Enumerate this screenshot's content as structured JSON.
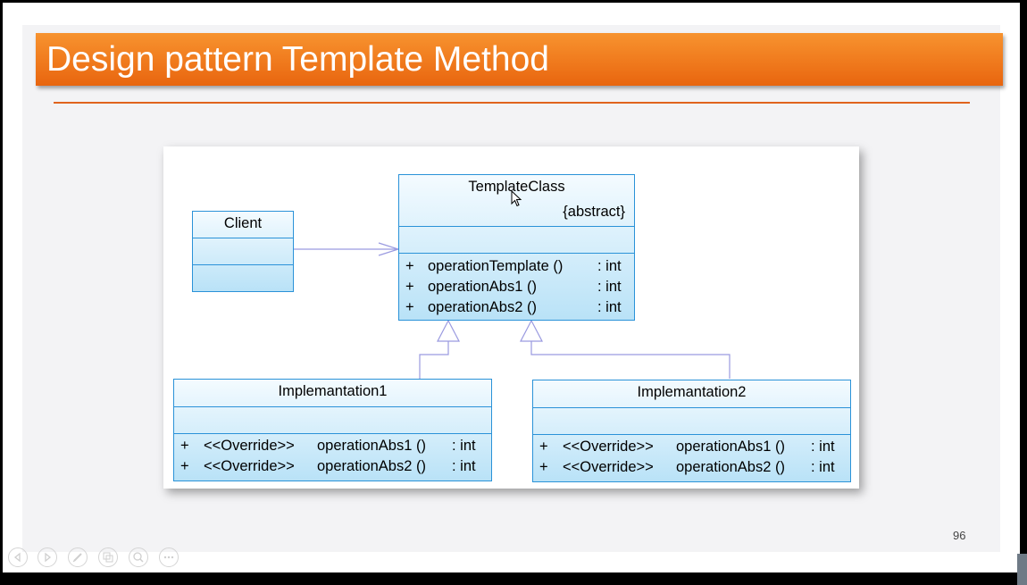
{
  "slide": {
    "title": "Design pattern Template Method",
    "page_number": "96"
  },
  "diagram": {
    "client": {
      "name": "Client"
    },
    "template_class": {
      "name": "TemplateClass",
      "stereotype": "{abstract}",
      "operations": [
        {
          "visibility": "+",
          "name": "operationTemplate ()",
          "type": ": int"
        },
        {
          "visibility": "+",
          "name": "operationAbs1 ()",
          "type": ": int"
        },
        {
          "visibility": "+",
          "name": "operationAbs2 ()",
          "type": ": int"
        }
      ]
    },
    "impl1": {
      "name": "Implemantation1",
      "operations": [
        {
          "visibility": "+",
          "stereotype": "<<Override>>",
          "name": "operationAbs1 ()",
          "type": ": int"
        },
        {
          "visibility": "+",
          "stereotype": "<<Override>>",
          "name": "operationAbs2 ()",
          "type": ": int"
        }
      ]
    },
    "impl2": {
      "name": "Implemantation2",
      "operations": [
        {
          "visibility": "+",
          "stereotype": "<<Override>>",
          "name": "operationAbs1 ()",
          "type": ": int"
        },
        {
          "visibility": "+",
          "stereotype": "<<Override>>",
          "name": "operationAbs2 ()",
          "type": ": int"
        }
      ]
    }
  },
  "player_controls": [
    "previous-icon",
    "next-icon",
    "pen-icon",
    "slides-icon",
    "zoom-icon",
    "more-icon"
  ],
  "colors": {
    "title_bar": "#f07a1d",
    "rule": "#e0631d",
    "uml_border": "#2a92d8",
    "uml_fill": "#b9e2f7",
    "connector": "#9a9ae0"
  }
}
